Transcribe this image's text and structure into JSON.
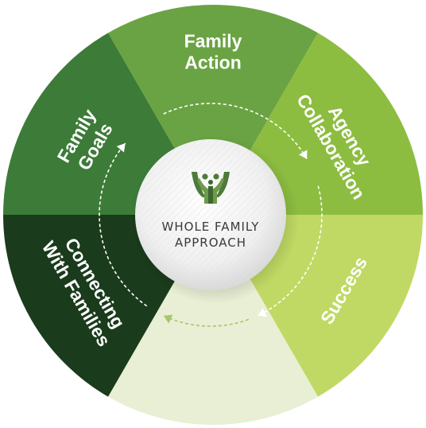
{
  "diagram": {
    "segments": [
      {
        "lines": [
          "Family",
          "Action"
        ],
        "color": "#6aa343"
      },
      {
        "lines": [
          "Agency",
          "Collaboration"
        ],
        "color": "#8cbd40"
      },
      {
        "lines": [
          "Success"
        ],
        "color": "#c0d964"
      },
      {
        "lines": [],
        "color": "#e8efd4"
      },
      {
        "lines": [
          "Connecting",
          "With Families"
        ],
        "color": "#1a3b1c"
      },
      {
        "lines": [
          "Family",
          "Goals"
        ],
        "color": "#3d7b38"
      }
    ],
    "center": {
      "line1": "WHOLE FAMILY",
      "line2": "APPROACH",
      "logo_icon": "family-figures-icon"
    },
    "cycle_arrow_color": "#ffffff",
    "hub_color": "#f2f2f2"
  }
}
